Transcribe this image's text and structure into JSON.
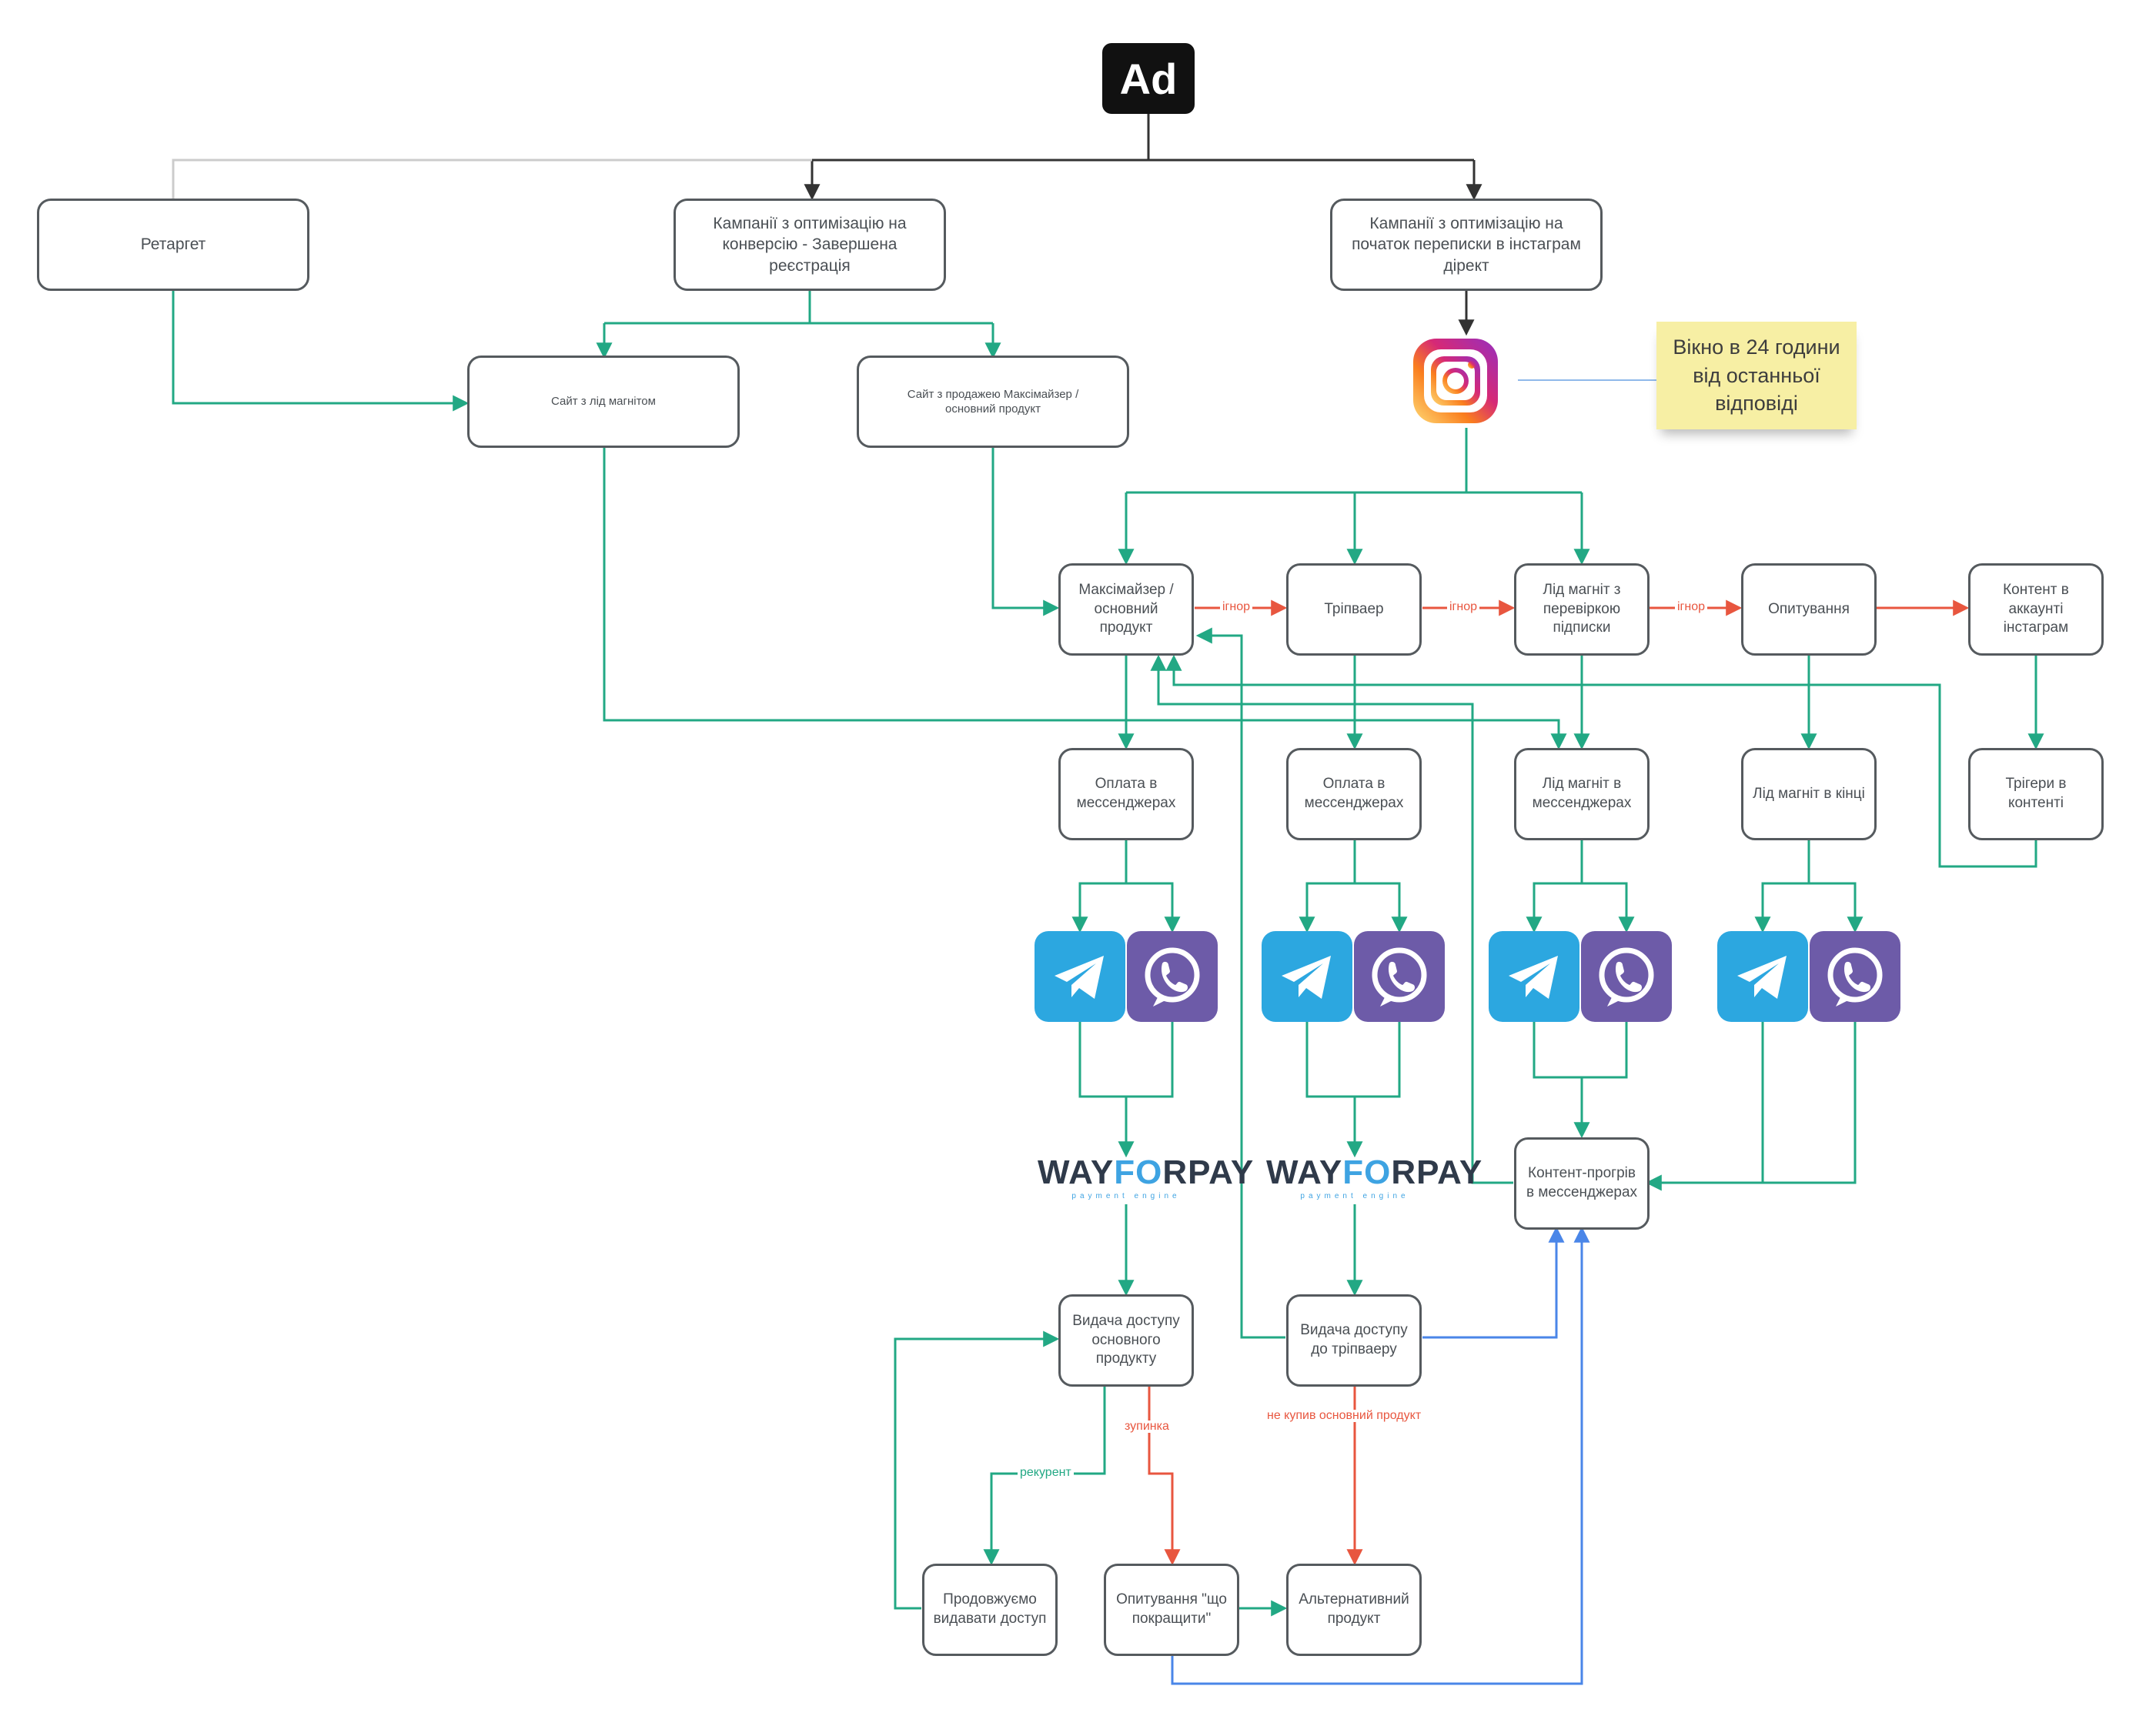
{
  "ad": "Ad",
  "note": "Вікно в 24 години\nвід останньої\nвідповіді",
  "nodes": {
    "retarget": "Ретаргет",
    "campaign_conv": "Кампанії з оптимізацію на\nконверсію - Завершена\nреєстрація",
    "campaign_chat": "Кампанії з оптимізацію на\nпочаток переписки в інстаграм\nдірект",
    "site_lead": "Сайт з лід магнітом",
    "site_sales": "Сайт з продажею Максімайзер /\nосновний продукт",
    "maximizer": "Максімайзер /\nосновний\nпродукт",
    "tripwire": "Тріпваер",
    "lead_sub": "Лід магніт з\nперевіркою\nпідписки",
    "survey": "Опитування",
    "content_insta": "Контент в\nаккаунті\nінстаграм",
    "pay1": "Оплата в\nмессенджерах",
    "pay2": "Оплата в\nмессенджерах",
    "lead_msg": "Лід магніт в\nмессенджерах",
    "lead_end": "Лід магніт в кінці",
    "triggers": "Трігери в\nконтенті",
    "warmup": "Контент-прогрів\nв мессенджерах",
    "access_main": "Видача доступу\nосновного\nпродукту",
    "access_trip": "Видача доступу\nдо тріпваеру",
    "continue": "Продовжуємо\nвидавати доступ",
    "improve": "Опитування \"що\nпокращити\"",
    "alt": "Альтернативний\nпродукт"
  },
  "edge_labels": {
    "ignore1": "ігнор",
    "ignore2": "ігнор",
    "ignore3": "ігнор",
    "recurrent": "рекурент",
    "stop": "зупинка",
    "no_buy": "не купив основний продукт"
  },
  "payment_logo": {
    "part1": "WAY",
    "part2": "F",
    "part3": "O",
    "part4": "RPAY",
    "tagline": "payment engine"
  },
  "icons": [
    "instagram-icon",
    "telegram-icon",
    "viber-icon"
  ],
  "colors": {
    "green": "#22a884",
    "red": "#e8563f",
    "blue": "#4a86e8",
    "gray": "#cccccc",
    "dark": "#333333",
    "telegram": "#2ca7e0",
    "viber": "#7360f2",
    "sticky": "#f7efa4"
  }
}
